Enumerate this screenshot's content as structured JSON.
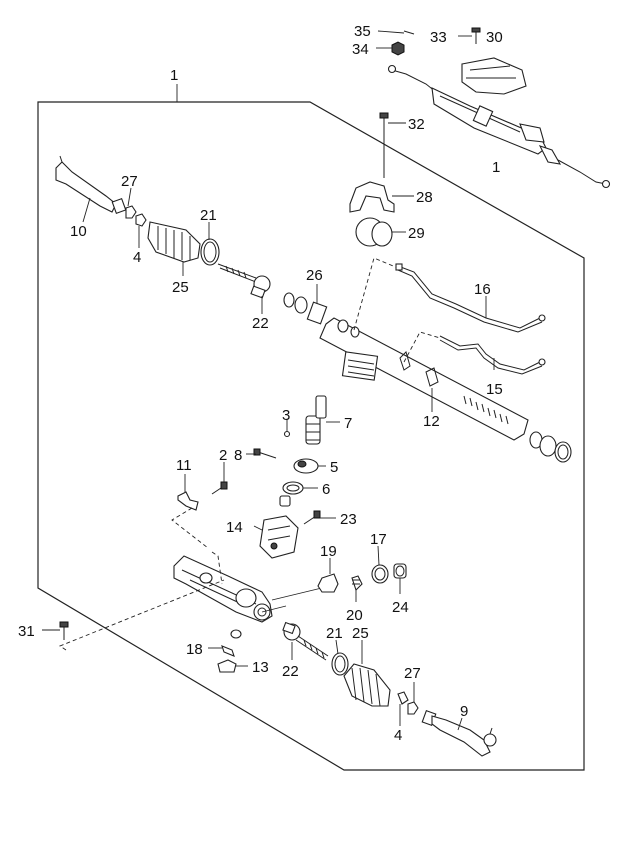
{
  "diagram": {
    "callouts": [
      {
        "id": "1",
        "text": "1"
      },
      {
        "id": "1b",
        "text": "1"
      },
      {
        "id": "2",
        "text": "2"
      },
      {
        "id": "3",
        "text": "3"
      },
      {
        "id": "4",
        "text": "4"
      },
      {
        "id": "4b",
        "text": "4"
      },
      {
        "id": "5",
        "text": "5"
      },
      {
        "id": "6",
        "text": "6"
      },
      {
        "id": "7",
        "text": "7"
      },
      {
        "id": "8",
        "text": "8"
      },
      {
        "id": "9",
        "text": "9"
      },
      {
        "id": "10",
        "text": "10"
      },
      {
        "id": "11",
        "text": "11"
      },
      {
        "id": "12",
        "text": "12"
      },
      {
        "id": "13",
        "text": "13"
      },
      {
        "id": "14",
        "text": "14"
      },
      {
        "id": "15",
        "text": "15"
      },
      {
        "id": "16",
        "text": "16"
      },
      {
        "id": "17",
        "text": "17"
      },
      {
        "id": "18",
        "text": "18"
      },
      {
        "id": "19",
        "text": "19"
      },
      {
        "id": "20",
        "text": "20"
      },
      {
        "id": "21",
        "text": "21"
      },
      {
        "id": "21b",
        "text": "21"
      },
      {
        "id": "22",
        "text": "22"
      },
      {
        "id": "22b",
        "text": "22"
      },
      {
        "id": "23",
        "text": "23"
      },
      {
        "id": "24",
        "text": "24"
      },
      {
        "id": "25",
        "text": "25"
      },
      {
        "id": "25b",
        "text": "25"
      },
      {
        "id": "26",
        "text": "26"
      },
      {
        "id": "27",
        "text": "27"
      },
      {
        "id": "27b",
        "text": "27"
      },
      {
        "id": "28",
        "text": "28"
      },
      {
        "id": "29",
        "text": "29"
      },
      {
        "id": "30",
        "text": "30"
      },
      {
        "id": "31",
        "text": "31"
      },
      {
        "id": "32",
        "text": "32"
      },
      {
        "id": "33",
        "text": "33"
      },
      {
        "id": "34",
        "text": "34"
      },
      {
        "id": "35",
        "text": "35"
      }
    ]
  }
}
